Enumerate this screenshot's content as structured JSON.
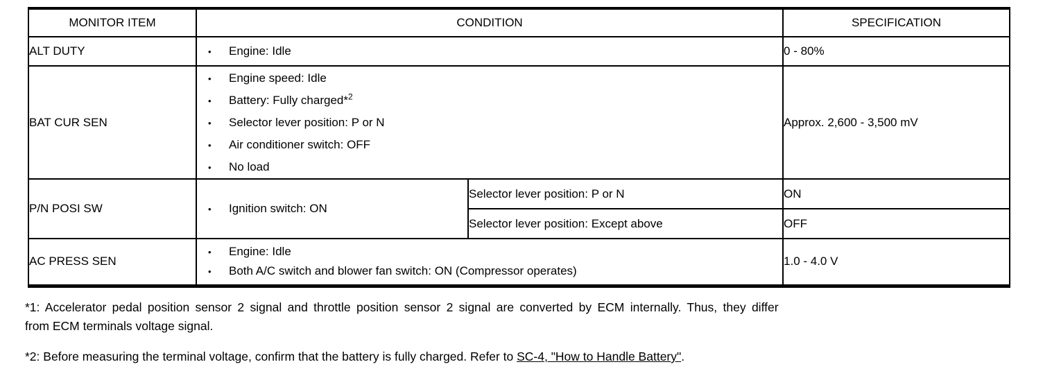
{
  "glyphs": {
    "bullet": "•"
  },
  "table": {
    "col_headers": {
      "monitor_item": "MONITOR ITEM",
      "condition": "CONDITION",
      "specification": "SPECIFICATION"
    },
    "alt_duty": {
      "item": "ALT DUTY",
      "bullet1": "Engine: Idle",
      "spec": "0 - 80%"
    },
    "bat_cur_sen": {
      "item": "BAT CUR SEN",
      "bullet1": "Engine speed: Idle",
      "bullet2_base": "Battery: Fully charged*",
      "bullet2_sup": "2",
      "bullet3": "Selector lever position: P or N",
      "bullet4": "Air conditioner switch: OFF",
      "bullet5": "No load",
      "spec": "Approx. 2,600 - 3,500 mV"
    },
    "pn_posi_sw": {
      "item": "P/N POSI SW",
      "bullet1": "Ignition switch: ON",
      "sub1_condition": "Selector lever position: P or N",
      "sub1_spec": "ON",
      "sub2_condition": "Selector lever position: Except above",
      "sub2_spec": "OFF"
    },
    "ac_press_sen": {
      "item": "AC PRESS SEN",
      "bullet1": "Engine: Idle",
      "bullet2": "Both A/C switch and blower fan switch: ON (Compressor operates)",
      "spec": "1.0 - 4.0 V"
    }
  },
  "footnotes": {
    "note1_line1": "*1: Accelerator pedal position sensor 2 signal and throttle position sensor 2 signal are converted by ECM internally. Thus, they differ",
    "note1_line2": "from ECM terminals voltage signal.",
    "note2_prefix": "*2: Before measuring the terminal voltage, confirm that the battery is fully charged. Refer to ",
    "note2_link": "SC-4, \"How to Handle Battery\"",
    "note2_suffix": "."
  }
}
